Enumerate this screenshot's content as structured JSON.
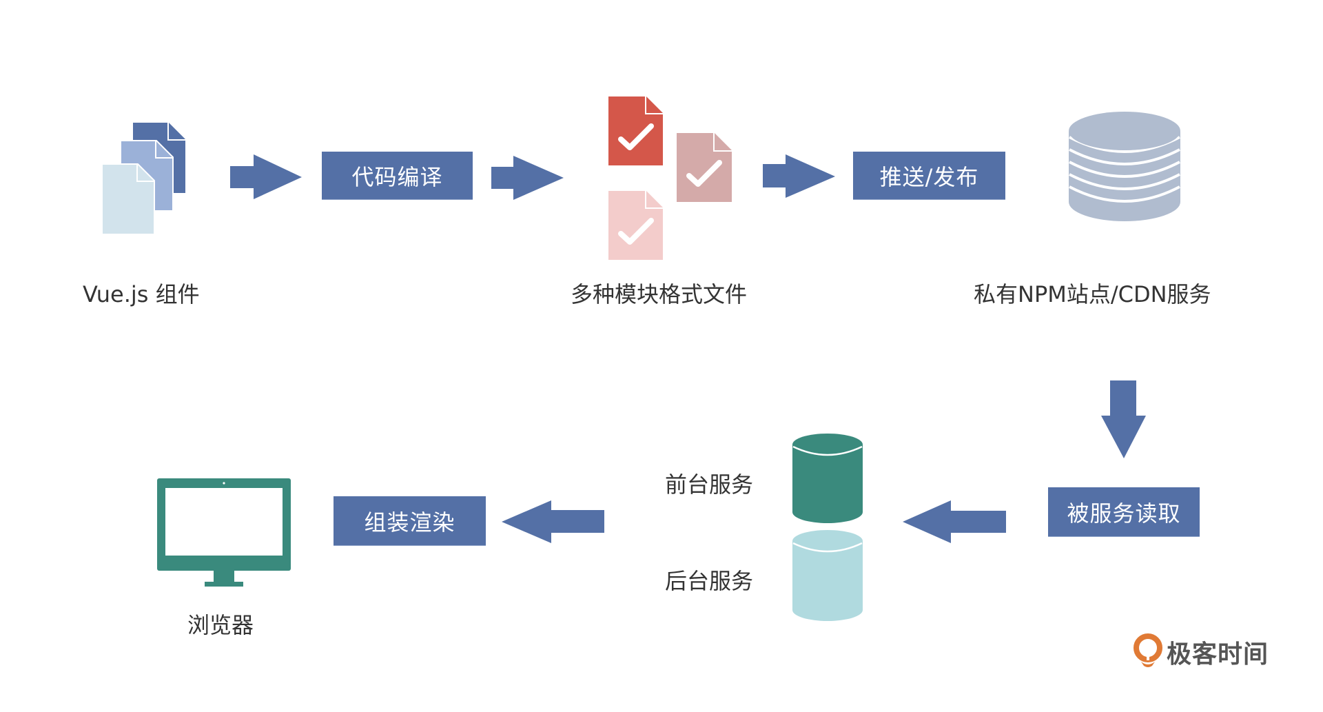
{
  "colors": {
    "box": "#5470a6",
    "arrow": "#5470a6",
    "doc_dark": "#5470a6",
    "doc_mid": "#9bb1d8",
    "doc_light": "#d2e3ec",
    "file_red": "#d4574a",
    "file_mauve": "#d4aaa9",
    "file_pink": "#f3cccb",
    "db_stack": "#b0bccf",
    "front_db": "#3a8a7d",
    "back_db": "#b0dadf",
    "monitor": "#3a8a7d",
    "logo_orange": "#e07a35",
    "logo_text": "#555555"
  },
  "nodes": {
    "vue_components": {
      "label": "Vue.js 组件",
      "icon": "documents-stack-icon"
    },
    "compile": {
      "label": "代码编译"
    },
    "module_files": {
      "label": "多种模块格式文件",
      "icon": "checked-files-icon"
    },
    "publish": {
      "label": "推送/发布"
    },
    "npm_cdn": {
      "label": "私有NPM站点/CDN服务",
      "icon": "database-stack-icon"
    },
    "read_by_service": {
      "label": "被服务读取"
    },
    "front_service": {
      "label": "前台服务",
      "icon": "database-cylinder-icon"
    },
    "back_service": {
      "label": "后台服务",
      "icon": "database-cylinder-icon"
    },
    "assemble_render": {
      "label": "组装渲染"
    },
    "browser": {
      "label": "浏览器",
      "icon": "monitor-icon"
    }
  },
  "edges": [
    {
      "from": "Vue.js 组件",
      "to": "代码编译",
      "direction": "right"
    },
    {
      "from": "代码编译",
      "to": "多种模块格式文件",
      "direction": "right"
    },
    {
      "from": "多种模块格式文件",
      "to": "推送/发布",
      "direction": "right"
    },
    {
      "from": "私有NPM站点/CDN服务",
      "to": "被服务读取",
      "direction": "down"
    },
    {
      "from": "被服务读取",
      "to": "前台服务/后台服务",
      "direction": "left"
    },
    {
      "from": "前台服务/后台服务",
      "to": "组装渲染",
      "direction": "left"
    }
  ],
  "logo": {
    "text": "极客时间"
  }
}
